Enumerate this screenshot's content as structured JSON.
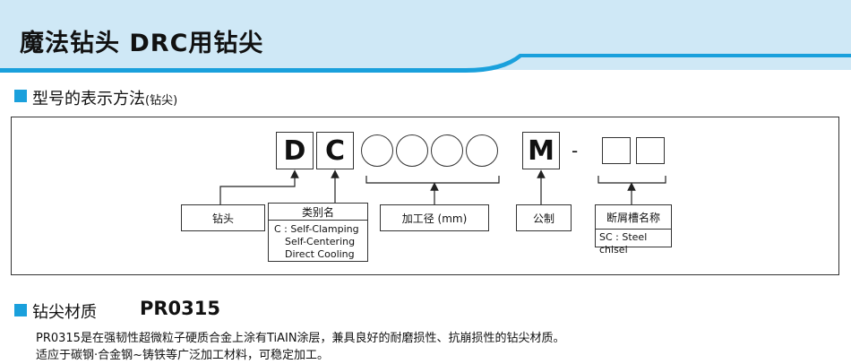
{
  "banner": {
    "title": "魔法钻头 DRC用钻尖",
    "bg": "#cfe8f6",
    "stripe": "#1aa0dc"
  },
  "section1": {
    "title": "型号的表示方法",
    "title_suffix": "(钻尖)"
  },
  "code": {
    "letters": [
      "D",
      "C"
    ],
    "suffix_letter": "M",
    "dash": "-"
  },
  "labels": {
    "drill_tip": "钻头",
    "category": "类别名",
    "category_items": [
      "C : Self-Clamping",
      "Self-Centering",
      "Direct Cooling"
    ],
    "diameter": "加工径 (mm)",
    "metric": "公制",
    "chip_breaker": "断屑槽名称",
    "chip_breaker_items": [
      "SC : Steel chisel"
    ]
  },
  "section2": {
    "title": "钻尖材质",
    "grade": "PR0315",
    "line1": "PR0315是在强韧性超微粒子硬质合金上涂有TiAIN涂层，兼具良好的耐磨损性、抗崩损性的钻尖材质。",
    "line2": "适应于碳钢·合金钢~铸铁等广泛加工材料，可稳定加工。"
  }
}
